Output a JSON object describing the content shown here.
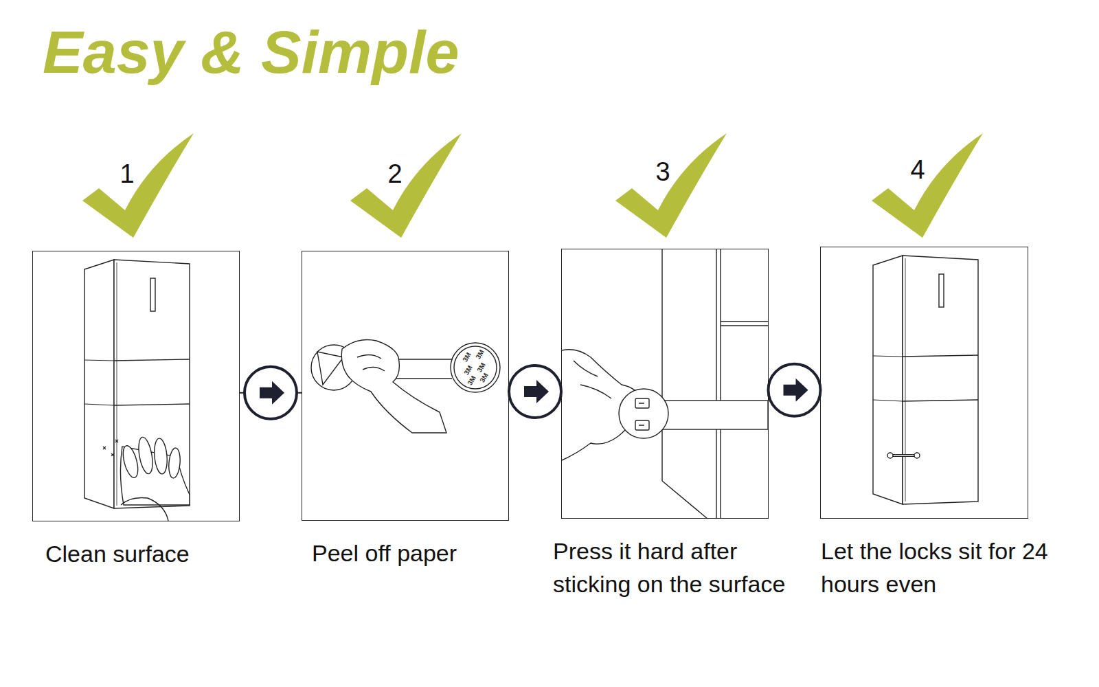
{
  "diagram": {
    "title": "Easy & Simple",
    "nodes": [
      {
        "text": [
          "1",
          "Clean surface"
        ]
      },
      {
        "text": [
          "2",
          "Peel off paper"
        ]
      },
      {
        "text": [
          "3",
          "Press it hard after sticking on the surface"
        ]
      },
      {
        "text": [
          "4",
          "Let the locks sit for 24 hours even"
        ]
      }
    ],
    "edges": [
      {
        "from": 0,
        "to": 1,
        "arrow": "to"
      },
      {
        "from": 1,
        "to": 2,
        "arrow": "to"
      },
      {
        "from": 2,
        "to": 3,
        "arrow": "to"
      }
    ],
    "labels": [
      "3M",
      "3M",
      "3M",
      "3M",
      "3M",
      "3M"
    ]
  }
}
